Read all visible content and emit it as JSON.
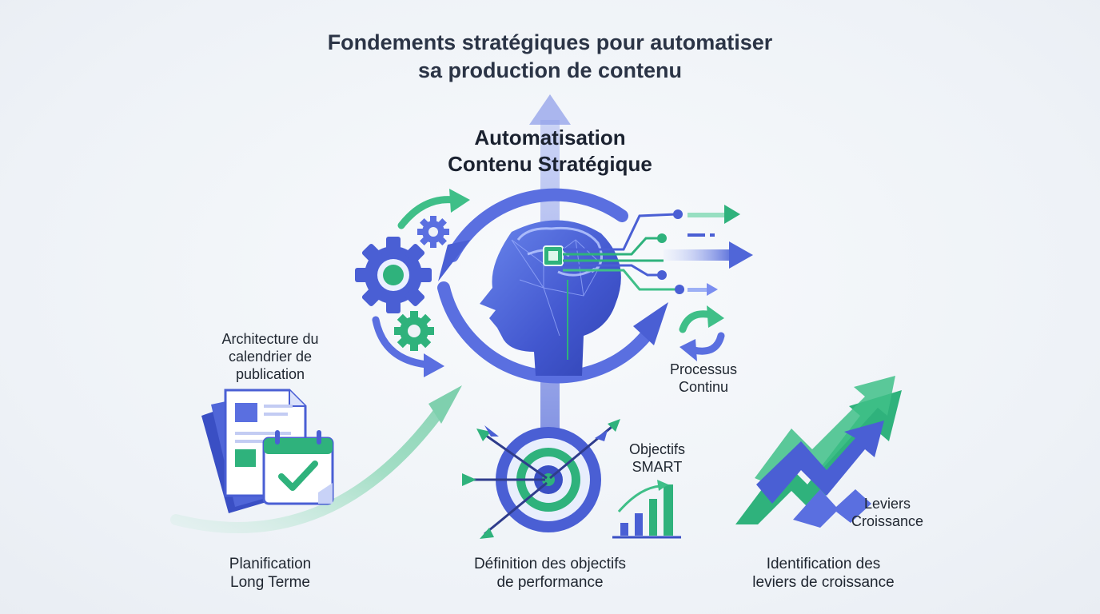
{
  "title": {
    "line1": "Fondements stratégiques pour automatiser",
    "line2": "sa production de contenu"
  },
  "hub": {
    "line1": "Automatisation",
    "line2": "Contenu Stratégique",
    "icon": "ai-head-icon"
  },
  "nodes": {
    "architecture": {
      "line1": "Architecture du",
      "line2": "calendrier de",
      "line3": "publication",
      "icon": "calendar-documents-icon"
    },
    "processus": {
      "line1": "Processus",
      "line2": "Continu",
      "icon": "refresh-cycle-icon"
    },
    "objectifs": {
      "line1": "Objectifs",
      "line2": "SMART",
      "icon": "target-arrows-icon"
    },
    "leviers": {
      "line1": "Leviers",
      "line2": "Croissance",
      "icon": "growth-arrows-icon"
    }
  },
  "bottom": {
    "planification": {
      "line1": "Planification",
      "line2": "Long Terme"
    },
    "definition": {
      "line1": "Définition des objectifs",
      "line2": "de performance"
    },
    "identification": {
      "line1": "Identification des",
      "line2": "leviers de croissance"
    }
  },
  "colors": {
    "blue": "#4a5fd4",
    "blue_light": "#7b8ef0",
    "green": "#2fb27c",
    "green_light": "#8fd8b8",
    "text": "#1f2630"
  }
}
